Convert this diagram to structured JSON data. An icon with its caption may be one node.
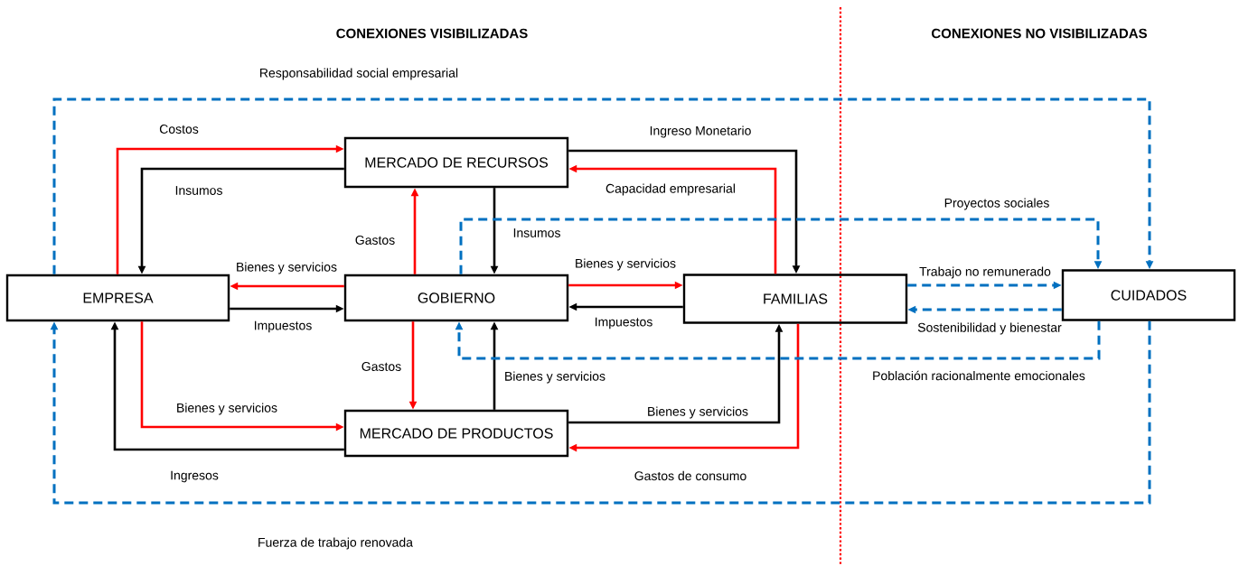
{
  "diagram": {
    "nodes": [
      {
        "text": [
          "EMPRESA"
        ]
      },
      {
        "text": [
          "MERCADO DE RECURSOS"
        ]
      },
      {
        "text": [
          "GOBIERNO"
        ]
      },
      {
        "text": [
          "FAMILIAS"
        ]
      },
      {
        "text": [
          "MERCADO DE PRODUCTOS"
        ]
      },
      {
        "text": [
          "CUIDADOS"
        ]
      }
    ],
    "edges": [
      {
        "from": 0,
        "to": 1,
        "arrow": "to",
        "label": "Costos",
        "color": "#ff0000"
      },
      {
        "from": 1,
        "to": 0,
        "arrow": "to",
        "label": "Insumos",
        "color": "#000000"
      },
      {
        "from": 2,
        "to": 1,
        "arrow": "to",
        "label": "Gastos",
        "color": "#ff0000"
      },
      {
        "from": 1,
        "to": 2,
        "arrow": "to",
        "label": "Insumos",
        "color": "#000000"
      },
      {
        "from": 2,
        "to": 0,
        "arrow": "to",
        "label": "Bienes y servicios",
        "color": "#ff0000"
      },
      {
        "from": 0,
        "to": 2,
        "arrow": "to",
        "label": "Impuestos",
        "color": "#000000"
      },
      {
        "from": 2,
        "to": 3,
        "arrow": "to",
        "label": "Bienes y servicios",
        "color": "#ff0000"
      },
      {
        "from": 3,
        "to": 2,
        "arrow": "to",
        "label": "Impuestos",
        "color": "#000000"
      },
      {
        "from": 1,
        "to": 3,
        "arrow": "to",
        "label": "Ingreso Monetario",
        "color": "#000000"
      },
      {
        "from": 3,
        "to": 1,
        "arrow": "to",
        "label": "Capacidad empresarial",
        "color": "#ff0000"
      },
      {
        "from": 2,
        "to": 4,
        "arrow": "to",
        "label": "Gastos",
        "color": "#ff0000"
      },
      {
        "from": 4,
        "to": 2,
        "arrow": "to",
        "label": "Bienes y servicios",
        "color": "#000000"
      },
      {
        "from": 0,
        "to": 4,
        "arrow": "to",
        "label": "Bienes y servicios",
        "color": "#ff0000"
      },
      {
        "from": 4,
        "to": 0,
        "arrow": "to",
        "label": "Ingresos",
        "color": "#000000"
      },
      {
        "from": 4,
        "to": 3,
        "arrow": "to",
        "label": "Bienes y servicios",
        "color": "#000000"
      },
      {
        "from": 3,
        "to": 4,
        "arrow": "to",
        "label": "Gastos de consumo",
        "color": "#ff0000"
      },
      {
        "from": 3,
        "to": 5,
        "arrow": "to",
        "label": "Trabajo no remunerado",
        "style": "dashed",
        "color": "#0070c0"
      },
      {
        "from": 5,
        "to": 3,
        "arrow": "to",
        "label": "Sostenibilidad y bienestar",
        "style": "dashed",
        "color": "#0070c0"
      },
      {
        "from": 0,
        "to": 5,
        "arrow": "to",
        "label": "Responsabilidad social empresarial",
        "style": "dashed",
        "color": "#0070c0"
      },
      {
        "from": 5,
        "to": 0,
        "arrow": "to",
        "label": "Fuerza de trabajo  renovada",
        "style": "dashed",
        "color": "#0070c0"
      },
      {
        "from": 2,
        "to": 5,
        "arrow": "to",
        "label": "Proyectos sociales",
        "style": "dashed",
        "color": "#0070c0"
      },
      {
        "from": 5,
        "to": 2,
        "arrow": "to",
        "label": "Población racionalmente emocionales",
        "style": "dashed",
        "color": "#0070c0"
      }
    ],
    "labels": [
      "CONEXIONES  VISIBILIZADAS",
      "CONEXIONES NO  VISIBILIZADAS"
    ]
  }
}
